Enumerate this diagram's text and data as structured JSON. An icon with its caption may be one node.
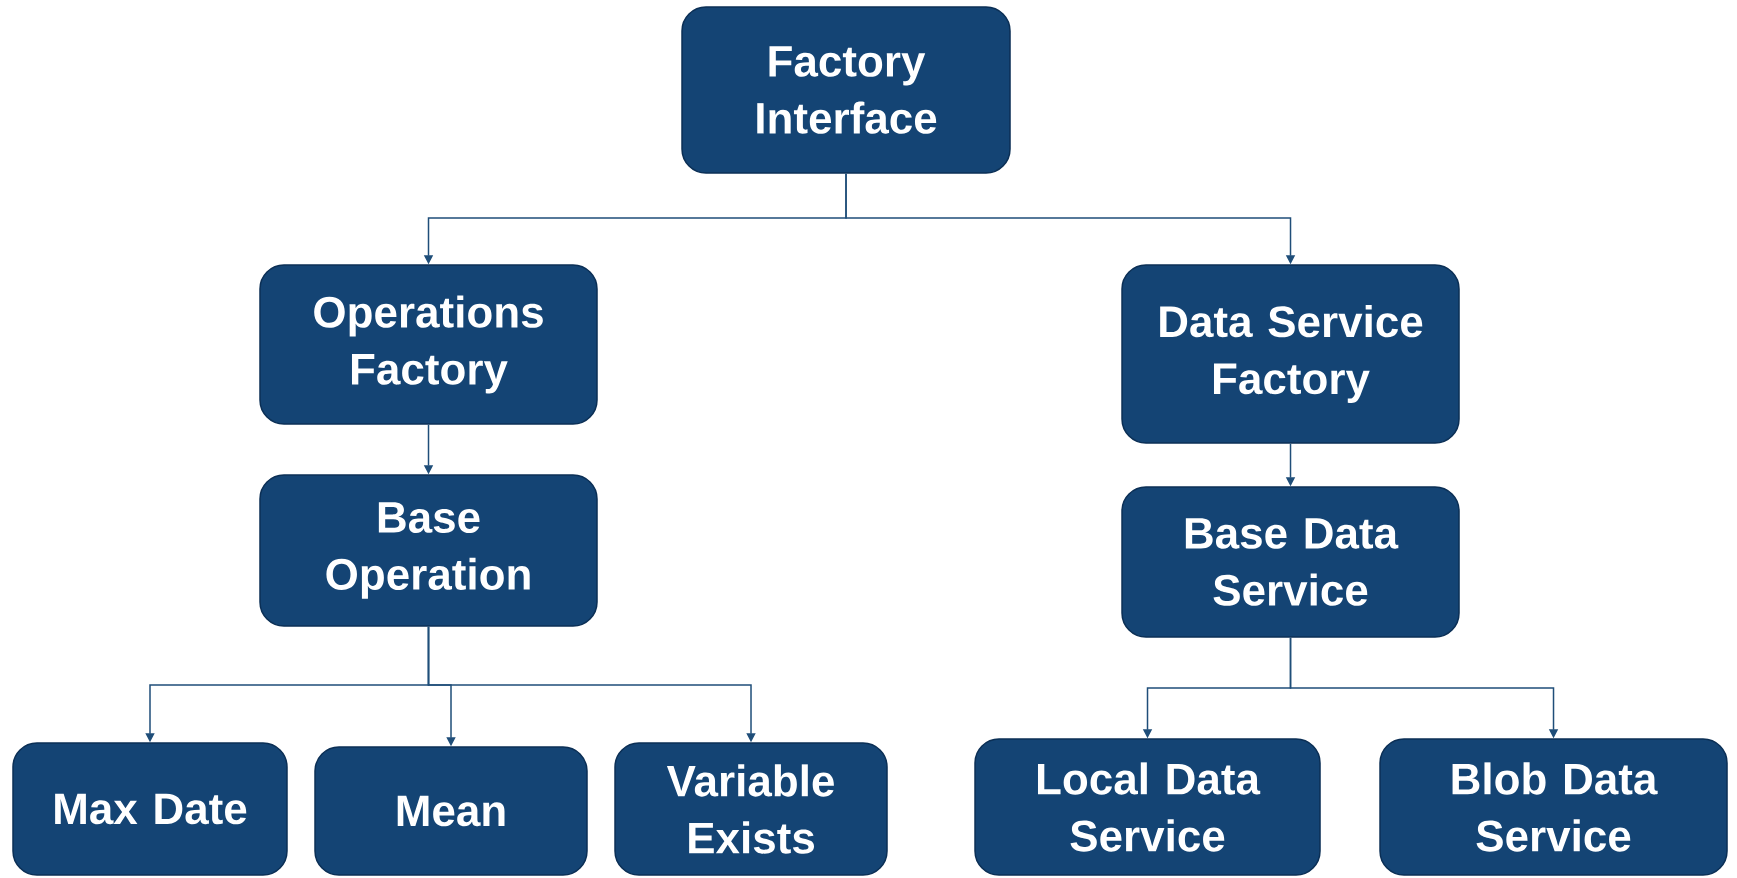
{
  "diagram": {
    "nodes": [
      {
        "text": [
          "Factory Interface"
        ]
      },
      {
        "text": [
          "Operations Factory"
        ]
      },
      {
        "text": [
          "Data Service Factory"
        ]
      },
      {
        "text": [
          "Base Operation"
        ]
      },
      {
        "text": [
          "Base Data Service"
        ]
      },
      {
        "text": [
          "Max Date"
        ]
      },
      {
        "text": [
          "Mean"
        ]
      },
      {
        "text": [
          "Variable Exists"
        ]
      },
      {
        "text": [
          "Local Data Service"
        ]
      },
      {
        "text": [
          "Blob Data Service"
        ]
      }
    ],
    "edges": [
      {
        "from": 0,
        "to": 1,
        "arrow": "to"
      },
      {
        "from": 0,
        "to": 2,
        "arrow": "to"
      },
      {
        "from": 1,
        "to": 3,
        "arrow": "to"
      },
      {
        "from": 2,
        "to": 4,
        "arrow": "to"
      },
      {
        "from": 3,
        "to": 5,
        "arrow": "to"
      },
      {
        "from": 3,
        "to": 6,
        "arrow": "to"
      },
      {
        "from": 3,
        "to": 7,
        "arrow": "to"
      },
      {
        "from": 4,
        "to": 8,
        "arrow": "to"
      },
      {
        "from": 4,
        "to": 9,
        "arrow": "to"
      }
    ]
  }
}
